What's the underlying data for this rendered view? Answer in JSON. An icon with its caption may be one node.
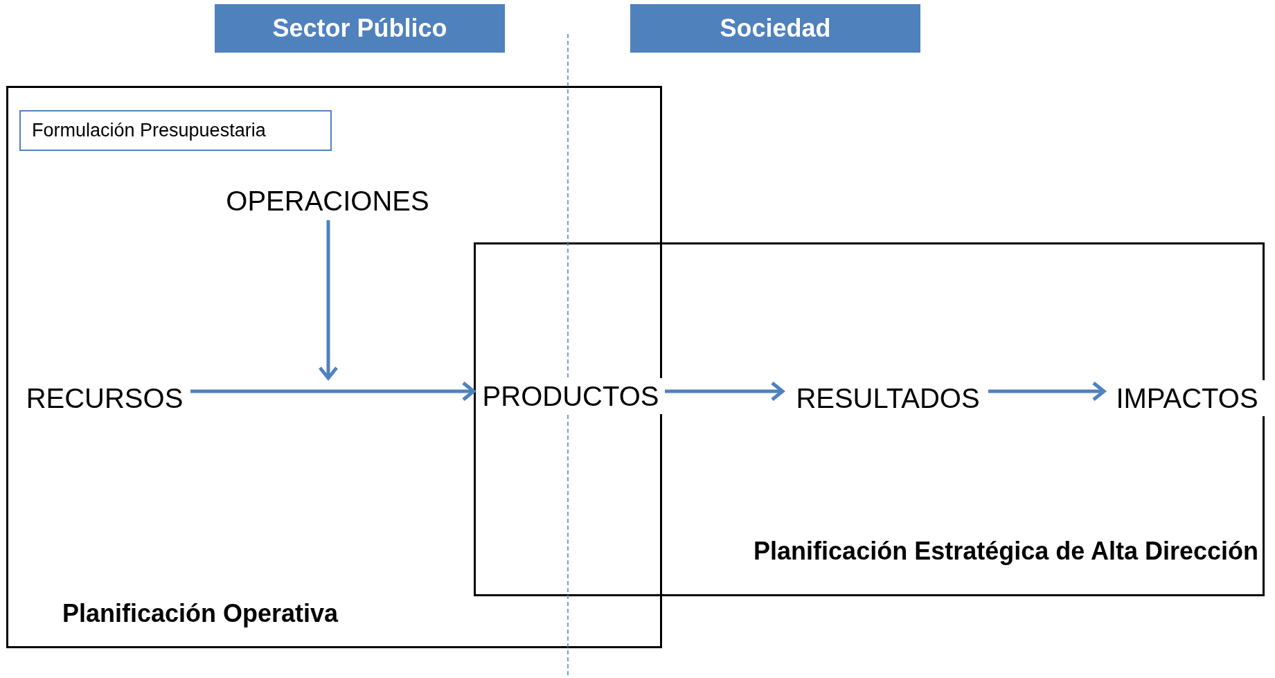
{
  "diagram": {
    "nodes": [
      {
        "text": [
          "Sector Público"
        ]
      },
      {
        "text": [
          "Sociedad"
        ]
      },
      {
        "text": [
          "Planificación Operativa"
        ]
      },
      {
        "text": [
          "Formulación Presupuestaria"
        ],
        "in": 2
      },
      {
        "text": [
          "OPERACIONES"
        ],
        "in": 2
      },
      {
        "text": [
          "RECURSOS"
        ],
        "in": 2
      },
      {
        "text": [
          "Planificación Estratégica de Alta Dirección"
        ]
      },
      {
        "text": [
          "PRODUCTOS"
        ]
      },
      {
        "text": [
          "RESULTADOS"
        ],
        "in": 6
      },
      {
        "text": [
          "IMPACTOS"
        ],
        "in": 6
      }
    ],
    "edges": [
      {
        "from": 4,
        "to": null,
        "arrow": "to"
      },
      {
        "from": 5,
        "to": 7,
        "arrow": "to"
      },
      {
        "from": 7,
        "to": 8,
        "arrow": "to"
      },
      {
        "from": 8,
        "to": 9,
        "arrow": "to"
      }
    ]
  }
}
